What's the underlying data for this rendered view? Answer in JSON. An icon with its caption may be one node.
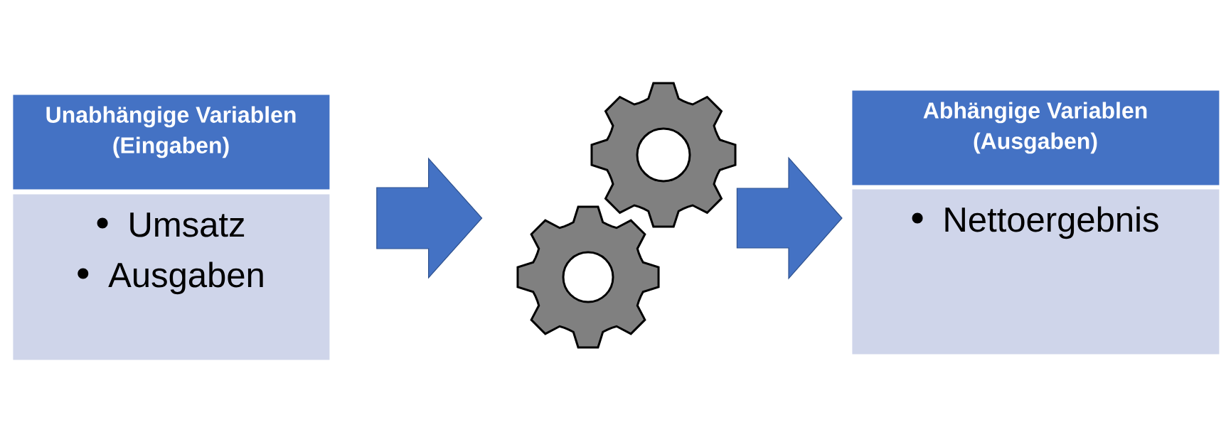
{
  "diagram": {
    "nodes": [
      {
        "text": [
          "Unabhängige Variablen (Eingaben)"
        ]
      },
      {
        "text": [
          "Umsatz",
          "Ausgaben"
        ]
      },
      {
        "text": [],
        "shape": "gear"
      },
      {
        "text": [],
        "shape": "gear"
      },
      {
        "text": [
          "Abhängige Variablen (Ausgaben)"
        ]
      },
      {
        "text": [
          "Nettoergebnis"
        ]
      }
    ],
    "edges": [
      {
        "from": 1,
        "to": 2,
        "arrow": "to"
      },
      {
        "from": 3,
        "to": 5,
        "arrow": "to"
      }
    ]
  }
}
